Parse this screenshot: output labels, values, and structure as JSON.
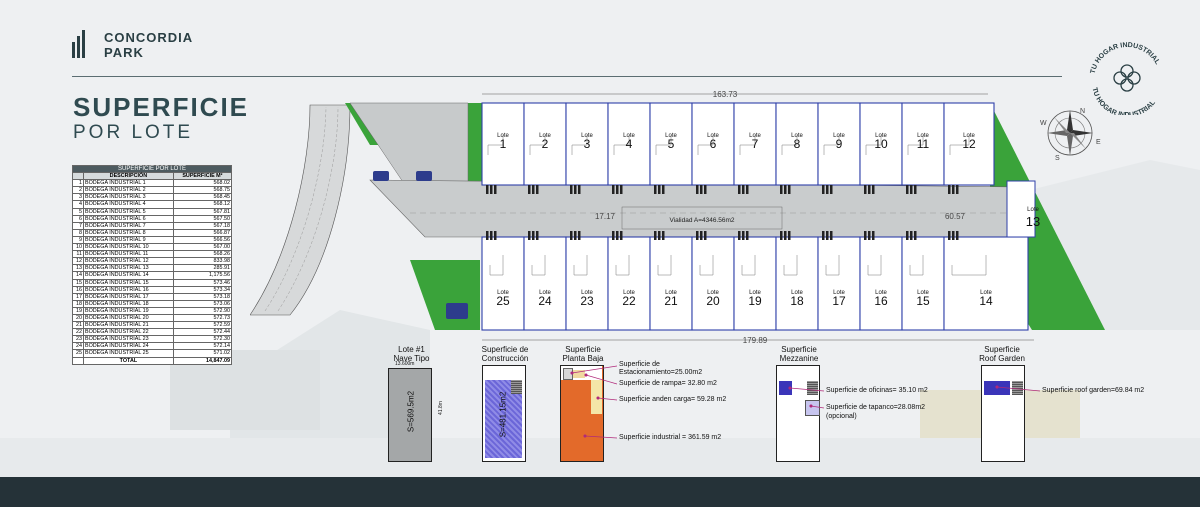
{
  "brand": {
    "line1": "CONCORDIA",
    "line2": "PARK",
    "seal_text": "TU HOGAR INDUSTRIAL"
  },
  "title": {
    "line1": "SUPERFICIE",
    "line2": "POR LOTE"
  },
  "table": {
    "caption": "SUPERFICIE POR LOTE",
    "headers": [
      "DESCRIPCIÓN",
      "SUPERFICIE M²"
    ],
    "rows": [
      {
        "n": "1",
        "desc": "BODEGA INDUSTRIAL 1",
        "val": "568.02"
      },
      {
        "n": "2",
        "desc": "BODEGA INDUSTRIAL 2",
        "val": "568.75"
      },
      {
        "n": "3",
        "desc": "BODEGA INDUSTRIAL 3",
        "val": "568.45"
      },
      {
        "n": "4",
        "desc": "BODEGA INDUSTRIAL 4",
        "val": "568.12"
      },
      {
        "n": "5",
        "desc": "BODEGA INDUSTRIAL 5",
        "val": "567.81"
      },
      {
        "n": "6",
        "desc": "BODEGA INDUSTRIAL 6",
        "val": "567.50"
      },
      {
        "n": "7",
        "desc": "BODEGA INDUSTRIAL 7",
        "val": "567.18"
      },
      {
        "n": "8",
        "desc": "BODEGA INDUSTRIAL 8",
        "val": "566.87"
      },
      {
        "n": "9",
        "desc": "BODEGA INDUSTRIAL 9",
        "val": "566.56"
      },
      {
        "n": "10",
        "desc": "BODEGA INDUSTRIAL 10",
        "val": "567.00"
      },
      {
        "n": "11",
        "desc": "BODEGA INDUSTRIAL 11",
        "val": "568.26"
      },
      {
        "n": "12",
        "desc": "BODEGA INDUSTRIAL 12",
        "val": "833.98"
      },
      {
        "n": "13",
        "desc": "BODEGA INDUSTRIAL 13",
        "val": "285.91"
      },
      {
        "n": "14",
        "desc": "BODEGA INDUSTRIAL 14",
        "val": "1,175.56"
      },
      {
        "n": "15",
        "desc": "BODEGA INDUSTRIAL 15",
        "val": "573.46"
      },
      {
        "n": "16",
        "desc": "BODEGA INDUSTRIAL 16",
        "val": "573.34"
      },
      {
        "n": "17",
        "desc": "BODEGA INDUSTRIAL 17",
        "val": "573.18"
      },
      {
        "n": "18",
        "desc": "BODEGA INDUSTRIAL 18",
        "val": "573.06"
      },
      {
        "n": "19",
        "desc": "BODEGA INDUSTRIAL 19",
        "val": "572.90"
      },
      {
        "n": "20",
        "desc": "BODEGA INDUSTRIAL 20",
        "val": "572.73"
      },
      {
        "n": "21",
        "desc": "BODEGA INDUSTRIAL 21",
        "val": "572.59"
      },
      {
        "n": "22",
        "desc": "BODEGA INDUSTRIAL 22",
        "val": "572.44"
      },
      {
        "n": "23",
        "desc": "BODEGA INDUSTRIAL 23",
        "val": "572.30"
      },
      {
        "n": "24",
        "desc": "BODEGA INDUSTRIAL 24",
        "val": "572.14"
      },
      {
        "n": "25",
        "desc": "BODEGA INDUSTRIAL 25",
        "val": "571.02"
      }
    ],
    "total_label": "TOTAL",
    "total_value": "14,847.09"
  },
  "plan": {
    "lot_word": "Lote",
    "top_lots": [
      "1",
      "2",
      "3",
      "4",
      "5",
      "6",
      "7",
      "8",
      "9",
      "10",
      "11",
      "12"
    ],
    "bottom_lots": [
      "25",
      "24",
      "23",
      "22",
      "21",
      "20",
      "19",
      "18",
      "17",
      "16",
      "15",
      "14"
    ],
    "side_lot": "13",
    "dim_top": "163.73",
    "dim_bottom": "179.89",
    "dim_left": "17.17",
    "dim_right": "60.57",
    "road_label": "Vialidad A=4346.56m2"
  },
  "legend": {
    "lote_tipo": {
      "title1": "Lote #1",
      "title2": "Nave Tipo",
      "width": "13.600m",
      "depth": "41.8m",
      "area": "S=569.5m2"
    },
    "construccion": {
      "title1": "Superficie de",
      "title2": "Construcción",
      "area": "S=481.15m2"
    },
    "planta_baja": {
      "title1": "Superficie",
      "title2": "Planta Baja",
      "notes": [
        "Superficie de",
        "Estacionamiento=25.00m2",
        "Superficie de rampa= 32.80 m2",
        "Superficie anden carga= 59.28 m2",
        "Superficie industrial = 361.59 m2"
      ]
    },
    "mezzanine": {
      "title1": "Superficie",
      "title2": "Mezzanine",
      "notes": [
        "Superficie de oficinas= 35.10 m2",
        "Superficie de tapanco=28.08m2",
        "(opcional)"
      ]
    },
    "roof": {
      "title1": "Superficie",
      "title2": "Roof Garden",
      "notes": [
        "Superficie roof garden=69.84 m2"
      ]
    }
  },
  "compass": {
    "n": "N",
    "s": "S",
    "e": "E",
    "w": "W"
  },
  "colors": {
    "lot_outline": "#2f3fa8",
    "green": "#3aa33a",
    "road": "#c9cccd",
    "industrial": "#e36a2a",
    "office": "#3b35b9"
  }
}
